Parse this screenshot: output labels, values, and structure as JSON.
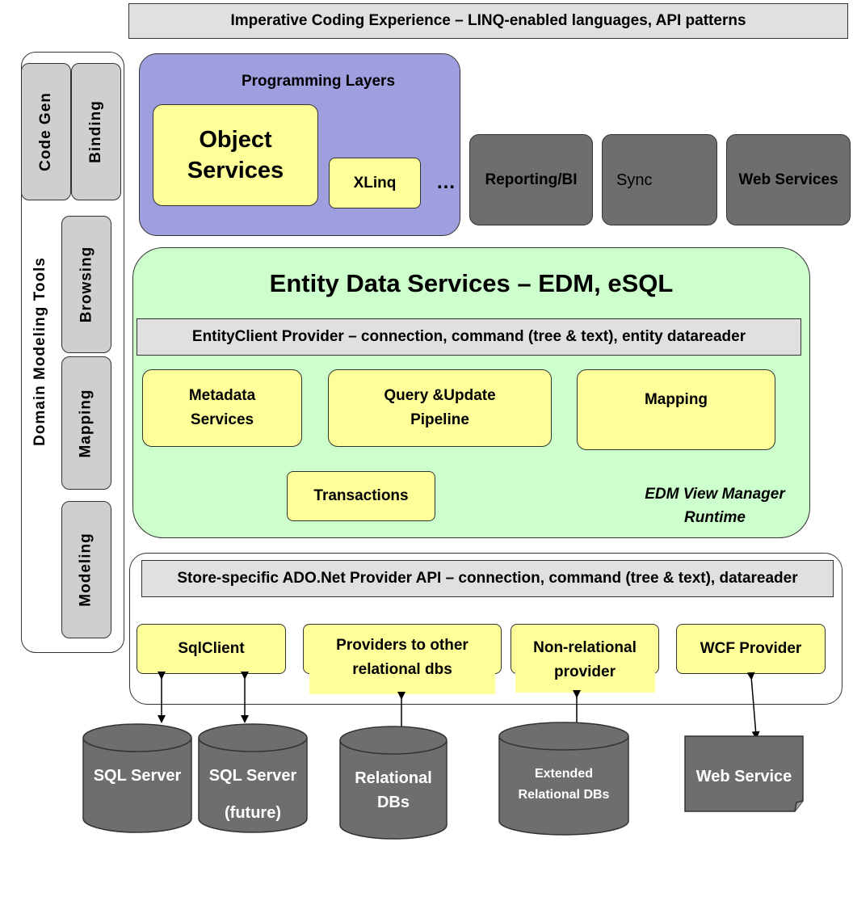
{
  "top_banner": "Imperative Coding Experience – LINQ-enabled languages, API patterns",
  "tools": {
    "title": "Domain Modeling Tools",
    "code_gen": "Code Gen",
    "binding": "Binding",
    "browsing": "Browsing",
    "mapping": "Mapping",
    "modeling": "Modeling"
  },
  "programming_layers": {
    "title": "Programming Layers",
    "object_services_1": "Object",
    "object_services_2": "Services",
    "xlinq": "XLinq",
    "ellipsis": "…"
  },
  "services": {
    "reporting": "Reporting/BI",
    "sync": "Sync",
    "web_services": "Web Services"
  },
  "entity_data_services": {
    "title": "Entity Data Services – EDM, eSQL",
    "entity_client": "EntityClient Provider – connection, command (tree & text), entity datareader",
    "metadata_1": "Metadata",
    "metadata_2": "Services",
    "query_1": "Query &Update",
    "query_2": "Pipeline",
    "mapping": "Mapping",
    "transactions": "Transactions",
    "view_manager_1": "EDM View Manager",
    "view_manager_2": "Runtime"
  },
  "store": {
    "provider_api": "Store-specific ADO.Net Provider API – connection, command (tree & text), datareader",
    "sqlclient": "SqlClient",
    "other_rel_1": "Providers to other",
    "other_rel_2": "relational dbs",
    "non_rel_1": "Non-relational",
    "non_rel_2": "provider",
    "wcf": "WCF Provider"
  },
  "datastores": {
    "sql_server": "SQL Server",
    "sql_future_1": "SQL Server",
    "sql_future_2": "(future)",
    "relational_1": "Relational",
    "relational_2": "DBs",
    "extended_1": "Extended",
    "extended_2": "Relational DBs",
    "web_service": "Web Service"
  },
  "colors": {
    "programming_layers_bg": "#9f9fdf",
    "entity_bg": "#ccffcc",
    "yellow": "#ffff99",
    "gray": "#6e6e6e",
    "banner": "#e0e0e0"
  }
}
